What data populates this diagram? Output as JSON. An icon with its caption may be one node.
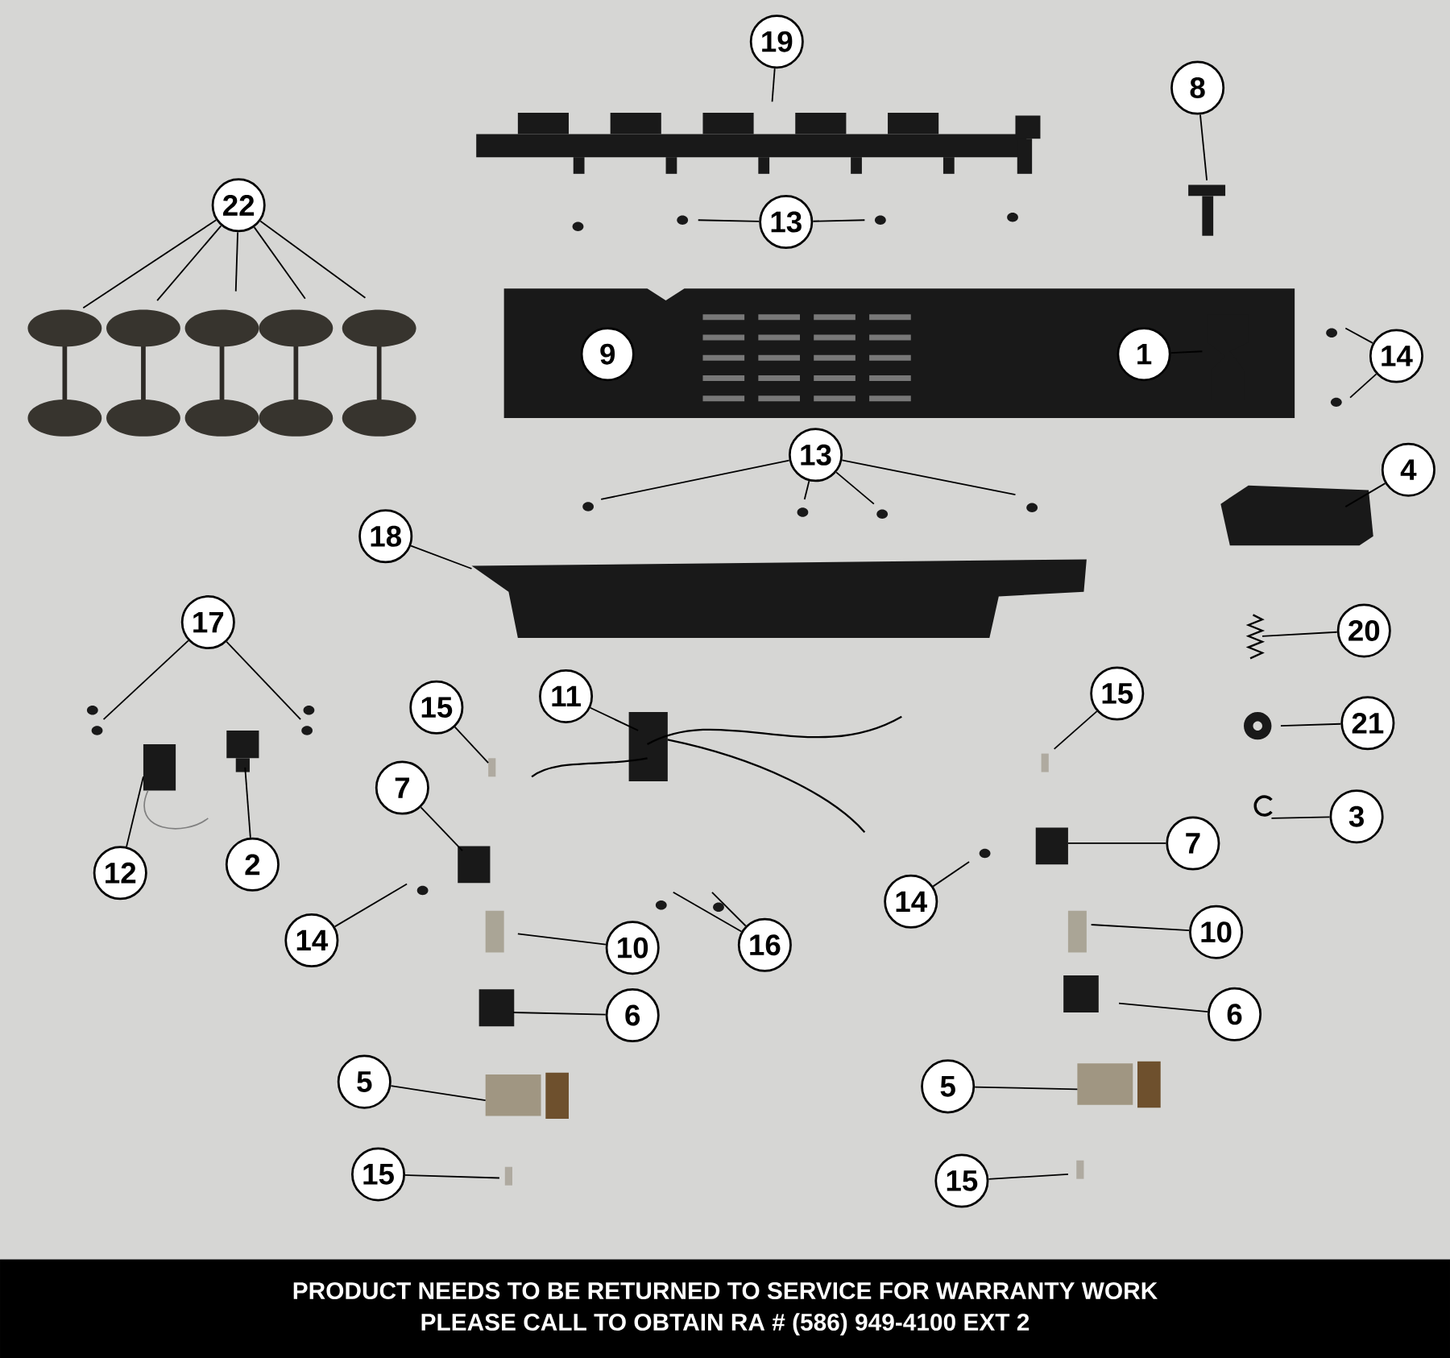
{
  "diagram": {
    "nodes": [
      {
        "text": [
          "19"
        ]
      },
      {
        "text": [
          "8"
        ]
      },
      {
        "text": [
          "22"
        ]
      },
      {
        "text": [
          "13"
        ]
      },
      {
        "text": [
          "9"
        ]
      },
      {
        "text": [
          "1"
        ]
      },
      {
        "text": [
          "14"
        ]
      },
      {
        "text": [
          "13"
        ]
      },
      {
        "text": [
          "4"
        ]
      },
      {
        "text": [
          "18"
        ]
      },
      {
        "text": [
          "20"
        ]
      },
      {
        "text": [
          "17"
        ]
      },
      {
        "text": [
          "15"
        ]
      },
      {
        "text": [
          "11"
        ]
      },
      {
        "text": [
          "15"
        ]
      },
      {
        "text": [
          "21"
        ]
      },
      {
        "text": [
          "7"
        ]
      },
      {
        "text": [
          "3"
        ]
      },
      {
        "text": [
          "7"
        ]
      },
      {
        "text": [
          "12"
        ]
      },
      {
        "text": [
          "2"
        ]
      },
      {
        "text": [
          "14"
        ]
      },
      {
        "text": [
          "16"
        ]
      },
      {
        "text": [
          "14"
        ]
      },
      {
        "text": [
          "10"
        ]
      },
      {
        "text": [
          "10"
        ]
      },
      {
        "text": [
          "6"
        ]
      },
      {
        "text": [
          "6"
        ]
      },
      {
        "text": [
          "5"
        ]
      },
      {
        "text": [
          "5"
        ]
      },
      {
        "text": [
          "15"
        ]
      },
      {
        "text": [
          "15"
        ]
      },
      {
        "text": [
          "PRODUCT NEEDS TO BE RETURNED TO SERVICE FOR WARRANTY WORK",
          "PLEASE CALL TO OBTAIN RA # (586) 949-4100 EXT 2"
        ]
      }
    ],
    "edges": [
      {
        "from": 0,
        "to": null,
        "arrow": "none"
      },
      {
        "from": 1,
        "to": null,
        "arrow": "none"
      },
      {
        "from": 2,
        "to": null,
        "arrow": "none"
      },
      {
        "from": 2,
        "to": null,
        "arrow": "none"
      },
      {
        "from": 2,
        "to": null,
        "arrow": "none"
      },
      {
        "from": 2,
        "to": null,
        "arrow": "none"
      },
      {
        "from": 2,
        "to": null,
        "arrow": "none"
      },
      {
        "from": 3,
        "to": null,
        "arrow": "none"
      },
      {
        "from": 3,
        "to": null,
        "arrow": "none"
      },
      {
        "from": 5,
        "to": null,
        "arrow": "none"
      },
      {
        "from": 6,
        "to": null,
        "arrow": "none"
      },
      {
        "from": 6,
        "to": null,
        "arrow": "none"
      },
      {
        "from": 7,
        "to": null,
        "arrow": "none"
      },
      {
        "from": 7,
        "to": null,
        "arrow": "none"
      },
      {
        "from": 7,
        "to": null,
        "arrow": "none"
      },
      {
        "from": 7,
        "to": null,
        "arrow": "none"
      },
      {
        "from": 8,
        "to": null,
        "arrow": "none"
      },
      {
        "from": 9,
        "to": null,
        "arrow": "none"
      },
      {
        "from": 10,
        "to": null,
        "arrow": "none"
      },
      {
        "from": 11,
        "to": null,
        "arrow": "none"
      },
      {
        "from": 11,
        "to": null,
        "arrow": "none"
      },
      {
        "from": 12,
        "to": null,
        "arrow": "none"
      },
      {
        "from": 13,
        "to": null,
        "arrow": "none"
      },
      {
        "from": 14,
        "to": null,
        "arrow": "none"
      },
      {
        "from": 15,
        "to": null,
        "arrow": "none"
      },
      {
        "from": 16,
        "to": null,
        "arrow": "none"
      },
      {
        "from": 17,
        "to": null,
        "arrow": "none"
      },
      {
        "from": 18,
        "to": null,
        "arrow": "none"
      },
      {
        "from": 19,
        "to": null,
        "arrow": "none"
      },
      {
        "from": 20,
        "to": null,
        "arrow": "none"
      },
      {
        "from": 21,
        "to": null,
        "arrow": "none"
      },
      {
        "from": 22,
        "to": null,
        "arrow": "none"
      },
      {
        "from": 22,
        "to": null,
        "arrow": "none"
      },
      {
        "from": 23,
        "to": null,
        "arrow": "none"
      },
      {
        "from": 24,
        "to": null,
        "arrow": "none"
      },
      {
        "from": 25,
        "to": null,
        "arrow": "none"
      },
      {
        "from": 26,
        "to": null,
        "arrow": "none"
      },
      {
        "from": 27,
        "to": null,
        "arrow": "none"
      },
      {
        "from": 28,
        "to": null,
        "arrow": "none"
      },
      {
        "from": 29,
        "to": null,
        "arrow": "none"
      },
      {
        "from": 30,
        "to": null,
        "arrow": "none"
      },
      {
        "from": 31,
        "to": null,
        "arrow": "none"
      }
    ]
  }
}
